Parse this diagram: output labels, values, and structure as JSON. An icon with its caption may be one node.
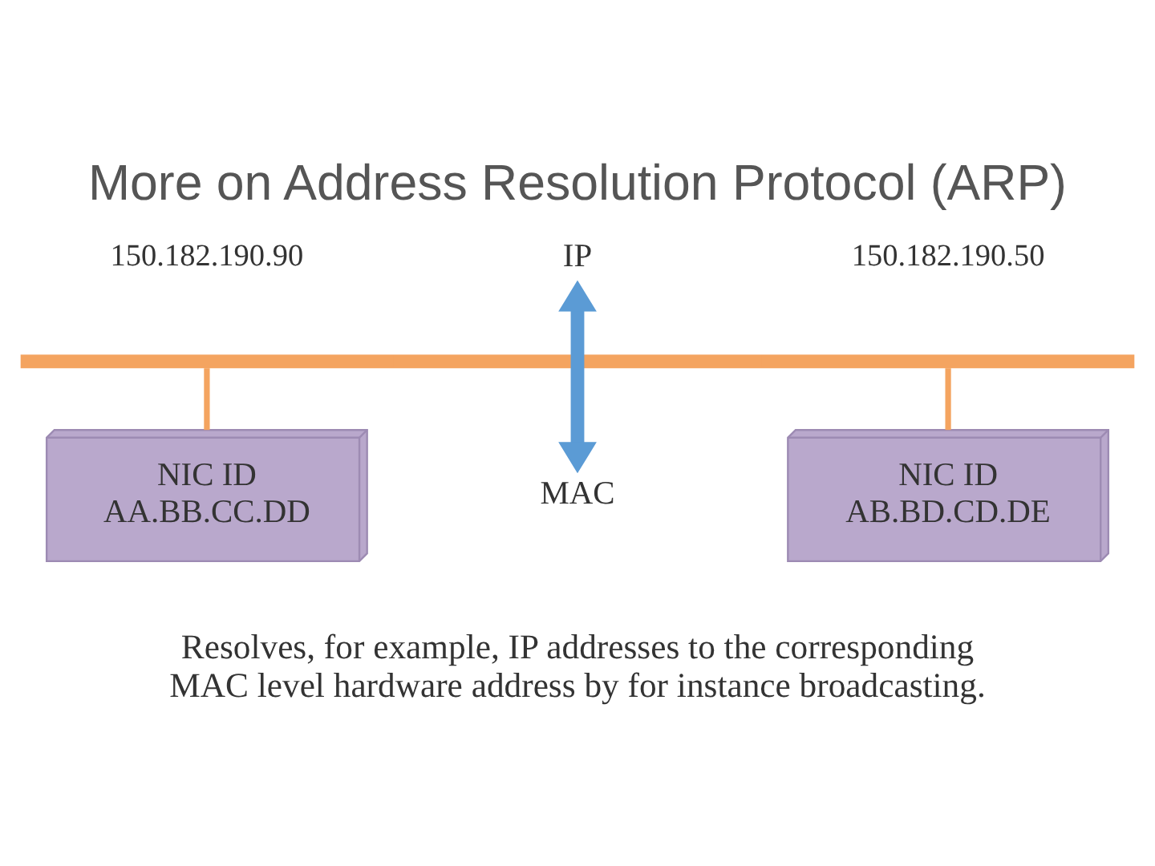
{
  "diagram": {
    "title": "More on Address Resolution Protocol (ARP)",
    "caption": "Resolves, for example, IP addresses to the corresponding MAC level hardware address by for instance broadcasting.",
    "nodes": [
      {
        "text": [
          "IP"
        ]
      },
      {
        "text": [],
        "shape": "bar"
      },
      {
        "text": [
          "NIC ID",
          "AA.BB.CC.DD"
        ]
      },
      {
        "text": [
          "MAC"
        ]
      },
      {
        "text": [
          "NIC ID",
          "AB.BD.CD.DE"
        ]
      }
    ],
    "edges": [
      {
        "from": 1,
        "to": 2,
        "arrow": "none"
      },
      {
        "from": 1,
        "to": 4,
        "arrow": "none"
      },
      {
        "from": 0,
        "to": 3,
        "arrow": "both",
        "style": "thick",
        "color": "#5b9bd5"
      }
    ],
    "labels": [
      "150.182.190.90",
      "150.182.190.50"
    ]
  }
}
